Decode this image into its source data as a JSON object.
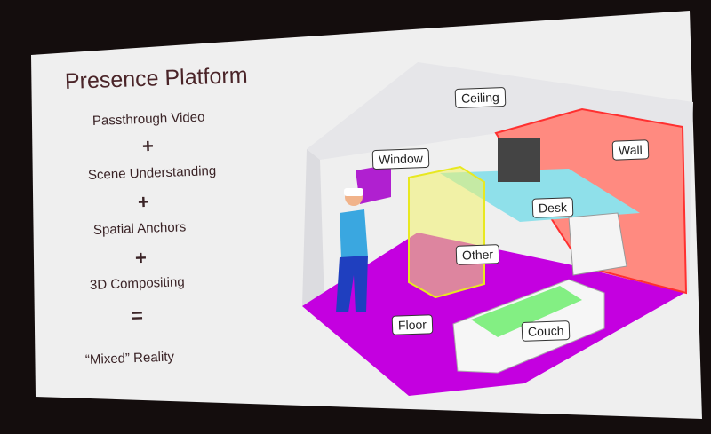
{
  "slide": {
    "title": "Presence Platform",
    "items": [
      "Passthrough Video",
      "+",
      "Scene Understanding",
      "+",
      "Spatial Anchors",
      "+",
      "3D Compositing",
      "=",
      "“Mixed” Reality"
    ]
  },
  "illustration": {
    "labels": {
      "ceiling": "Ceiling",
      "window": "Window",
      "wall": "Wall",
      "desk": "Desk",
      "other": "Other",
      "floor": "Floor",
      "couch": "Couch"
    },
    "colors": {
      "floor": "#c400e0",
      "wall": "#ff8a80",
      "other": "#f3f36a",
      "desk": "#8fe0ea",
      "couch": "#66ee66"
    }
  }
}
